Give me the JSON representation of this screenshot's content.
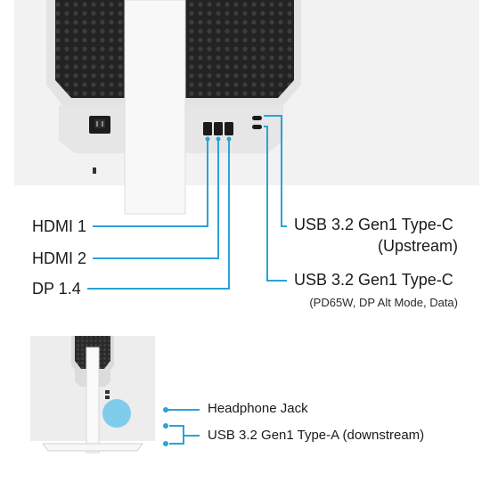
{
  "ports_main": {
    "hdmi1": "HDMI 1",
    "hdmi2": "HDMI 2",
    "dp": "DP 1.4",
    "usbc_up": "USB 3.2 Gen1 Type-C",
    "usbc_up_sub": "(Upstream)",
    "usbc_pd": "USB 3.2 Gen1 Type-C",
    "usbc_pd_sub": "(PD65W, DP Alt Mode, Data)"
  },
  "ports_side": {
    "headphone": "Headphone Jack",
    "usba": "USB 3.2 Gen1 Type-A (downstream)"
  },
  "colors": {
    "callout": "#2aa3d6",
    "highlight": "#6cc6ea",
    "panel": "#f0f0f0",
    "grille": "#262626"
  }
}
